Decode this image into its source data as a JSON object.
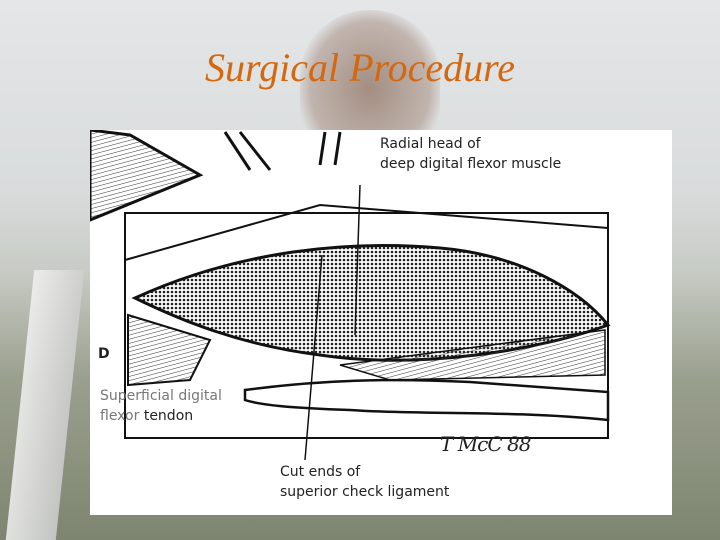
{
  "slide": {
    "title": "Surgical Procedure"
  },
  "figure": {
    "panel_letter": "D",
    "labels": {
      "radial_head_line1": "Radial head of",
      "radial_head_line2": "deep digital flexor muscle",
      "sdft_line1": "Superficial digital",
      "sdft_line2_a": "flexor",
      "sdft_line2_b": "tendon",
      "cut_ends_line1": "Cut ends of",
      "cut_ends_line2": "superior check ligament"
    },
    "signature": "T McC 88"
  },
  "colors": {
    "title": "#d5680e"
  }
}
